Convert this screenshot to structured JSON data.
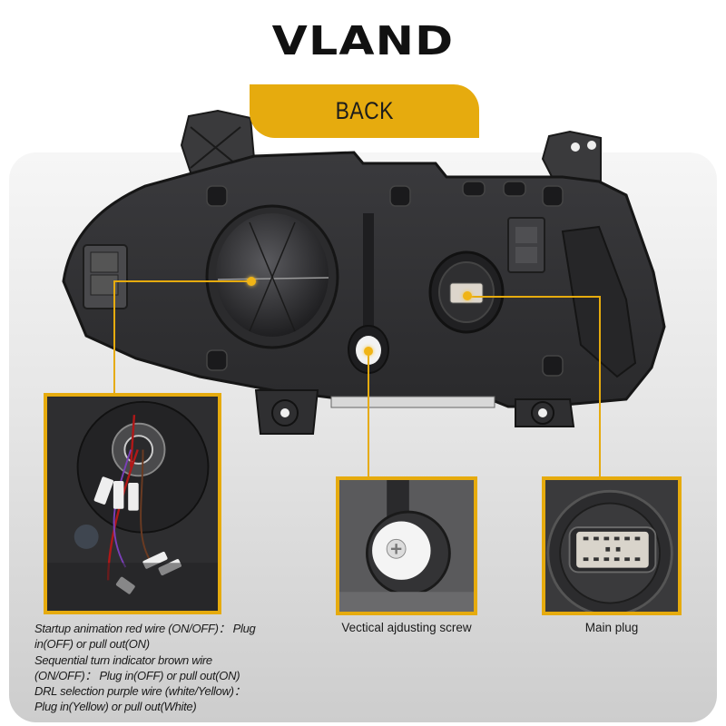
{
  "brand": {
    "logo_text": "VLAND"
  },
  "section_tab": {
    "label": "BACK",
    "color": "#e6ab0e"
  },
  "callouts": [
    {
      "id": "wiring",
      "caption_lines": [
        "Startup animation red wire (ON/OFF)：  Plug",
        "in(OFF) or pull out(ON)",
        "Sequential turn indicator brown wire",
        "(ON/OFF)：  Plug in(OFF) or pull out(ON)",
        "DRL selection purple wire (white/Yellow)：",
        "Plug in(Yellow) or pull out(White)"
      ]
    },
    {
      "id": "adjusting-screw",
      "caption": "Vectical ajdusting screw"
    },
    {
      "id": "main-plug",
      "caption": "Main plug"
    }
  ],
  "colors": {
    "accent": "#e6ab0e",
    "panel_top": "#f6f6f6",
    "panel_bottom": "#cdcdcd",
    "lamp_housing": "#2b2b2d"
  }
}
